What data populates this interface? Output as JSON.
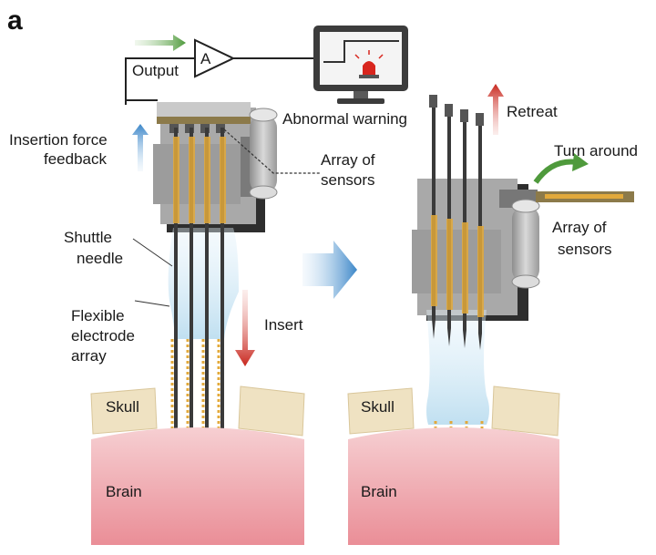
{
  "panel_label": "a",
  "amplifier_label": "A",
  "labels": {
    "output": "Output",
    "abnormal_warning": "Abnormal warning",
    "insertion_force_1": "Insertion force",
    "insertion_force_2": "feedback",
    "array_sensors_left_1": "Array of",
    "array_sensors_left_2": "sensors",
    "shuttle_1": "Shuttle",
    "shuttle_2": "needle",
    "flexible_1": "Flexible",
    "flexible_2": "electrode",
    "flexible_3": "array",
    "insert": "Insert",
    "retreat": "Retreat",
    "turn_around": "Turn around",
    "array_sensors_right_1": "Array of",
    "array_sensors_right_2": "sensors",
    "skull_left": "Skull",
    "brain_left": "Brain",
    "skull_right": "Skull",
    "brain_right": "Brain"
  },
  "colors": {
    "green_arrow": "#4f9a3c",
    "blue_arrow": "#3b86c8",
    "red_arrow": "#c8261d",
    "skull": "#efe2c2",
    "brain": "#f2b9bd",
    "device_gray": "#b9b9b9",
    "electrode_gold": "#e2a93b"
  }
}
